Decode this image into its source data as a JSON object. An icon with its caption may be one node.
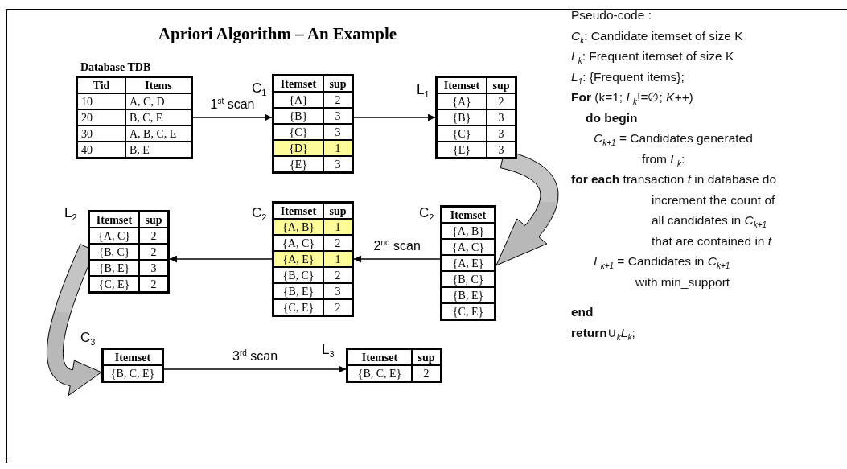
{
  "diagram": {
    "title": "Apriori Algorithm – An Example",
    "nodes": [
      {
        "text": [
          "Tid",
          "Items",
          "10",
          "A, C, D",
          "20",
          "B, C, E",
          "30",
          "A, B, C, E",
          "40",
          "B, E"
        ],
        "beside": [
          "Database TDB"
        ]
      },
      {
        "text": [
          "Itemset",
          "sup",
          "{A}",
          "2",
          "{B}",
          "3",
          "{C}",
          "3",
          "{D}",
          "1",
          "{E}",
          "3"
        ],
        "beside": [
          "C$_{1}$"
        ]
      },
      {
        "text": [
          "Itemset",
          "sup",
          "{A}",
          "2",
          "{B}",
          "3",
          "{C}",
          "3",
          "{E}",
          "3"
        ],
        "beside": [
          "L$_{1}$"
        ]
      },
      {
        "text": [
          "Itemset",
          "{A, B}",
          "{A, C}",
          "{A, E}",
          "{B, C}",
          "{B, E}",
          "{C, E}"
        ],
        "beside": [
          "C$_{2}$"
        ]
      },
      {
        "text": [
          "Itemset",
          "sup",
          "{A, B}",
          "1",
          "{A, C}",
          "2",
          "{A, E}",
          "1",
          "{B, C}",
          "2",
          "{B, E}",
          "3",
          "{C, E}",
          "2"
        ],
        "beside": [
          "C$_{2}$"
        ]
      },
      {
        "text": [
          "Itemset",
          "sup",
          "{A, C}",
          "2",
          "{B, C}",
          "2",
          "{B, E}",
          "3",
          "{C, E}",
          "2"
        ],
        "beside": [
          "L$_{2}$"
        ]
      },
      {
        "text": [
          "Itemset",
          "{B, C, E}"
        ],
        "beside": [
          "C$_{3}$"
        ]
      },
      {
        "text": [
          "Itemset",
          "sup",
          "{B, C, E}",
          "2"
        ],
        "beside": [
          "L$_{3}$"
        ]
      }
    ],
    "edges": [
      {
        "from": 0,
        "to": 1,
        "arrow": "to",
        "label": "1$^{st}$ scan"
      },
      {
        "from": 1,
        "to": 2,
        "arrow": "to"
      },
      {
        "from": 2,
        "to": 3,
        "arrow": "to",
        "style": "thick"
      },
      {
        "from": 3,
        "to": 4,
        "arrow": "to",
        "label": "2$^{nd}$ scan"
      },
      {
        "from": 4,
        "to": 5,
        "arrow": "to"
      },
      {
        "from": 5,
        "to": 6,
        "arrow": "to",
        "style": "thick"
      },
      {
        "from": 6,
        "to": 7,
        "arrow": "to",
        "label": "3$^{rd}$ scan"
      }
    ],
    "labels": [
      "Pseudo-code :",
      "*C*$_{k}$: Candidate itemset of size K",
      "*L*$_{k}$: Frequent itemset of size K",
      "*L*$_{1}$: {Frequent items};",
      "**For** (k=1; *L*$_{k}$!=∅; *K++*)",
      "do begin",
      "*C*$_{k+1}$ = Candidates generated from *L*$_{k}$:",
      "**for each** transaction *t* in database do increment the count of all candidates in *C*$_{k+1}$ that are contained in *t*",
      "*L*$_{k+1}$ = Candidates in *C*$_{k+1}$ with min_support",
      "end",
      "**return**∪$_{k}$*L*$_{k}$;"
    ]
  }
}
